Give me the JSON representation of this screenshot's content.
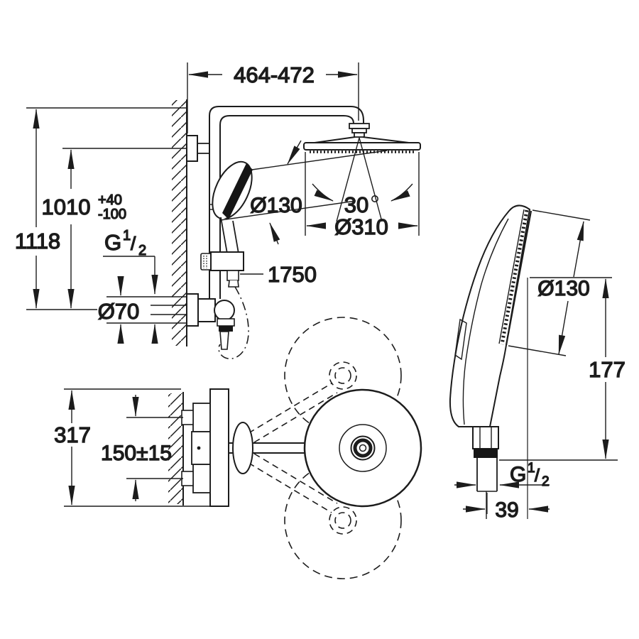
{
  "meta": {
    "type": "technical-drawing",
    "subject": "shower-system-dimensional-diagram",
    "background_color": "#ffffff",
    "ink_color": "#1c1c1c"
  },
  "elevation": {
    "top_span": "464-472",
    "overall_height": "1118",
    "holder_height": "1010",
    "holder_tol_plus": "+40",
    "holder_tol_minus": "-100",
    "thread_base": "G",
    "thread_num": "1",
    "thread_slash": "/",
    "thread_den": "2",
    "escutcheon_dia": "Ø70",
    "handshower_dia": "Ø130",
    "swivel_angle": "30",
    "headshower_dia": "Ø310",
    "hose_length": "1750"
  },
  "plan": {
    "body_height": "317",
    "supply_spacing": "150±15"
  },
  "detail": {
    "head_dia": "Ø130",
    "height": "177",
    "thread_base": "G",
    "thread_num": "1",
    "thread_slash": "/",
    "thread_den": "2",
    "offset_width": "39"
  }
}
